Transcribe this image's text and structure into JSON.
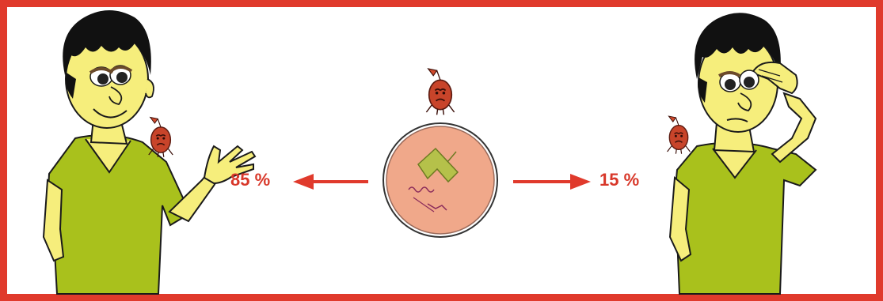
{
  "labels": {
    "left_percent": "85 %",
    "right_percent": "15 %"
  },
  "colors": {
    "frame": "#e03a2c",
    "accent_text": "#d8382a",
    "shirt": "#a9c11c",
    "skin": "#f6ee7c",
    "hair": "#111111",
    "bug": "#c8442a",
    "circle_fill": "#f0a88a"
  },
  "icons": [
    "happy-person",
    "confused-person",
    "bug",
    "cell-circle",
    "arrow-left",
    "arrow-right"
  ]
}
